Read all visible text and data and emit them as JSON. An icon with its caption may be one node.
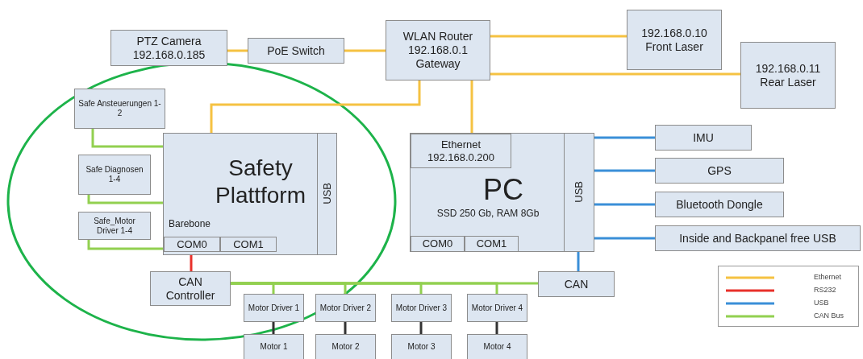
{
  "diagram": {
    "nodes": [
      {
        "text": [
          "PTZ Camera 192.168.0.185"
        ]
      },
      {
        "text": [
          "PoE Switch"
        ]
      },
      {
        "text": [
          "WLAN Router 192.168.0.1 Gateway"
        ]
      },
      {
        "text": [
          "192.168.0.10 Front Laser"
        ]
      },
      {
        "text": [
          "192.168.0.11 Rear Laser"
        ]
      },
      {
        "text": [
          "Safe Ansteuerungen 1-2"
        ]
      },
      {
        "text": [
          "Safety Plattform",
          "Barebone"
        ]
      },
      {
        "text": [
          "COM0"
        ],
        "in": 6
      },
      {
        "text": [
          "COM1"
        ],
        "in": 6
      },
      {
        "text": [
          "USB"
        ],
        "in": 6
      },
      {
        "text": [
          "PC",
          "SSD 250 Gb, RAM 8Gb"
        ]
      },
      {
        "text": [
          "Ethernet 192.168.0.200"
        ],
        "in": 10
      },
      {
        "text": [
          "COM0"
        ],
        "in": 10
      },
      {
        "text": [
          "COM1"
        ],
        "in": 10
      },
      {
        "text": [
          "USB"
        ],
        "in": 10
      },
      {
        "text": [
          "IMU"
        ]
      },
      {
        "text": [
          "GPS"
        ]
      },
      {
        "text": [
          "Bluetooth Dongle"
        ]
      },
      {
        "text": [
          "Inside and Backpanel free USB"
        ]
      },
      {
        "text": [
          "Safe Diagnosen 1-4"
        ]
      },
      {
        "text": [
          "Safe_Motor Driver 1-4"
        ]
      },
      {
        "text": [
          "CAN Controller"
        ]
      },
      {
        "text": [
          "CAN"
        ]
      },
      {
        "text": [
          "Motor Driver 1"
        ]
      },
      {
        "text": [
          "Motor Driver 2"
        ]
      },
      {
        "text": [
          "Motor Driver 3"
        ]
      },
      {
        "text": [
          "Motor Driver 4"
        ]
      },
      {
        "text": [
          "Motor 1"
        ]
      },
      {
        "text": [
          "Motor 2"
        ]
      },
      {
        "text": [
          "Motor 3"
        ]
      },
      {
        "text": [
          "Motor 4"
        ]
      }
    ],
    "edges": [
      {
        "from": 0,
        "to": 1,
        "arrow": "none",
        "color": "#f5c242"
      },
      {
        "from": 1,
        "to": 2,
        "arrow": "none",
        "color": "#f5c242"
      },
      {
        "from": 2,
        "to": 3,
        "arrow": "none",
        "color": "#f5c242"
      },
      {
        "from": 2,
        "to": 4,
        "arrow": "none",
        "color": "#f5c242"
      },
      {
        "from": 2,
        "to": 6,
        "arrow": "none",
        "color": "#f5c242"
      },
      {
        "from": 2,
        "to": 11,
        "arrow": "none",
        "color": "#f5c242"
      },
      {
        "from": 5,
        "to": 6,
        "arrow": "none"
      },
      {
        "from": 19,
        "to": 6,
        "arrow": "none"
      },
      {
        "from": 20,
        "to": 6,
        "arrow": "none"
      },
      {
        "from": 7,
        "to": 21,
        "arrow": "none",
        "color": "#e8302a"
      },
      {
        "from": 14,
        "to": 15,
        "arrow": "none",
        "color": "#3a8fd8"
      },
      {
        "from": 14,
        "to": 16,
        "arrow": "none",
        "color": "#3a8fd8"
      },
      {
        "from": 14,
        "to": 17,
        "arrow": "none",
        "color": "#3a8fd8"
      },
      {
        "from": 14,
        "to": 18,
        "arrow": "none",
        "color": "#3a8fd8"
      },
      {
        "from": 14,
        "to": 22,
        "arrow": "none",
        "color": "#3a8fd8"
      },
      {
        "from": 21,
        "to": 22,
        "arrow": "none"
      },
      {
        "from": 21,
        "to": 23,
        "arrow": "none"
      },
      {
        "from": 21,
        "to": 24,
        "arrow": "none"
      },
      {
        "from": 21,
        "to": 25,
        "arrow": "none"
      },
      {
        "from": 21,
        "to": 26,
        "arrow": "none"
      },
      {
        "from": 23,
        "to": 27,
        "arrow": "none",
        "color": "#333333"
      },
      {
        "from": 24,
        "to": 28,
        "arrow": "none",
        "color": "#333333"
      },
      {
        "from": 25,
        "to": 29,
        "arrow": "none",
        "color": "#333333"
      },
      {
        "from": 26,
        "to": 30,
        "arrow": "none",
        "color": "#333333"
      }
    ],
    "legend": [
      {
        "text": "Ethernet"
      },
      {
        "text": "RS232"
      },
      {
        "text": "USB"
      },
      {
        "text": "CAN Bus"
      }
    ]
  }
}
